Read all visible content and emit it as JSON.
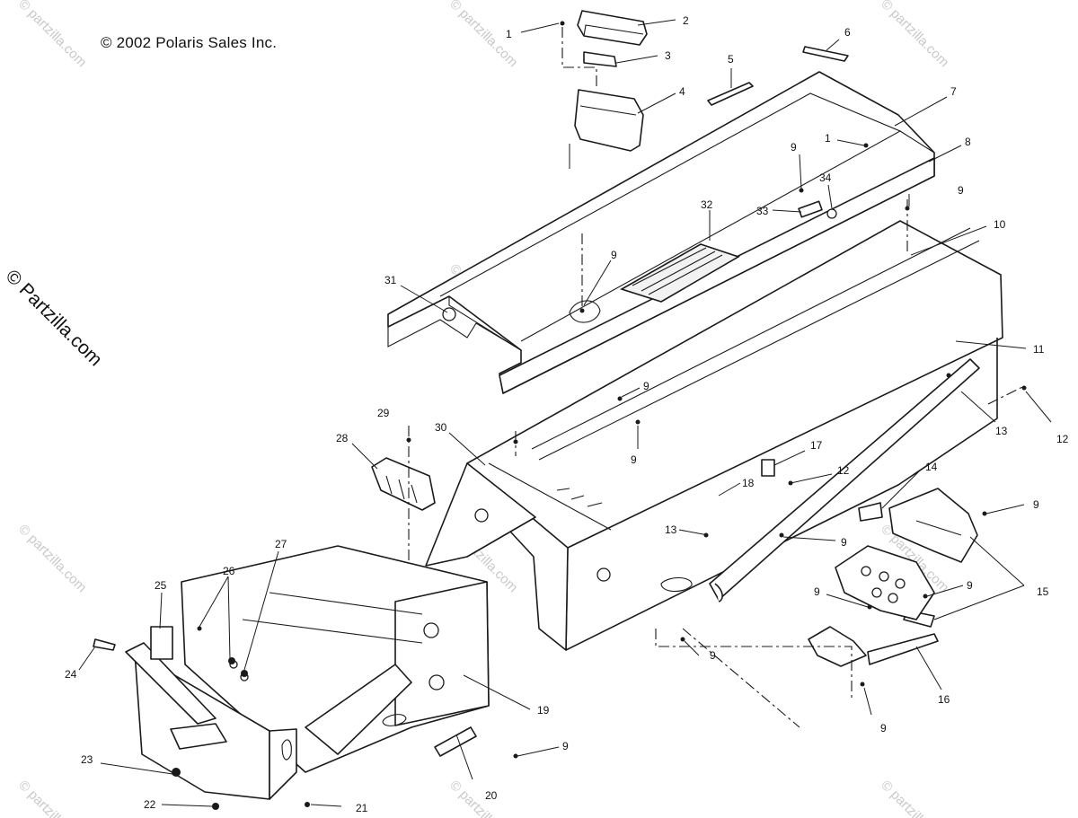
{
  "copyright": "© 2002 Polaris Sales Inc.",
  "side_watermark": "© Partzilla.com",
  "tile_watermark": "© partzilla.com",
  "callouts": [
    "1",
    "2",
    "3",
    "4",
    "5",
    "6",
    "7",
    "1",
    "8",
    "9",
    "34",
    "33",
    "9",
    "32",
    "10",
    "9",
    "31",
    "11",
    "9",
    "13",
    "12",
    "9",
    "29",
    "30",
    "17",
    "12",
    "28",
    "18",
    "14",
    "9",
    "13",
    "9",
    "27",
    "9",
    "15",
    "26",
    "9",
    "25",
    "9",
    "24",
    "19",
    "16",
    "9",
    "9",
    "23",
    "20",
    "22",
    "21"
  ]
}
